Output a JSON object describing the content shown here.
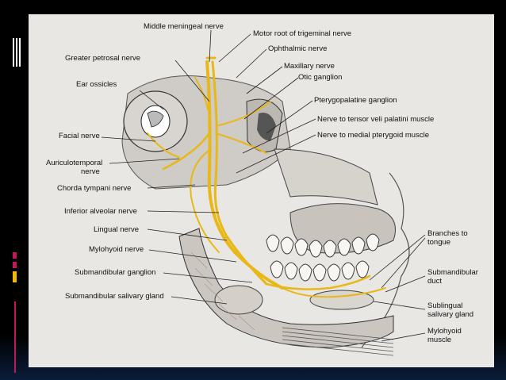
{
  "labels": {
    "middle_meningeal": "Middle meningeal nerve",
    "motor_root": "Motor root of trigeminal nerve",
    "ophthalmic": "Ophthalmic nerve",
    "greater_petrosal": "Greater petrosal nerve",
    "maxillary": "Maxillary nerve",
    "otic_ganglion": "Otic ganglion",
    "ear_ossicles": "Ear ossicles",
    "pterygopalatine": "Pterygopalatine ganglion",
    "tensor_veli": "Nerve to tensor veli palatini muscle",
    "facial": "Facial nerve",
    "medial_pterygoid": "Nerve to medial pterygoid muscle",
    "auriculotemporal_1": "Auriculotemporal",
    "auriculotemporal_2": "nerve",
    "chorda_tympani": "Chorda tympani nerve",
    "inferior_alveolar": "Inferior alveolar nerve",
    "lingual": "Lingual nerve",
    "mylohyoid_nerve": "Mylohyoid nerve",
    "submandibular_ganglion": "Submandibular ganglion",
    "submandibular_gland": "Submandibular salivary gland",
    "branches_1": "Branches to",
    "branches_2": "tongue",
    "sub_duct_1": "Submandibular",
    "sub_duct_2": "duct",
    "sublingual_1": "Sublingual",
    "sublingual_2": "salivary gland",
    "mylohyoid_m_1": "Mylohyoid",
    "mylohyoid_m_2": "muscle"
  },
  "colors": {
    "nerve": "#e8b818",
    "page": "#e9e7e4",
    "ink": "#111111",
    "accent_pink": "#c2185b",
    "accent_yellow": "#f2b705"
  }
}
